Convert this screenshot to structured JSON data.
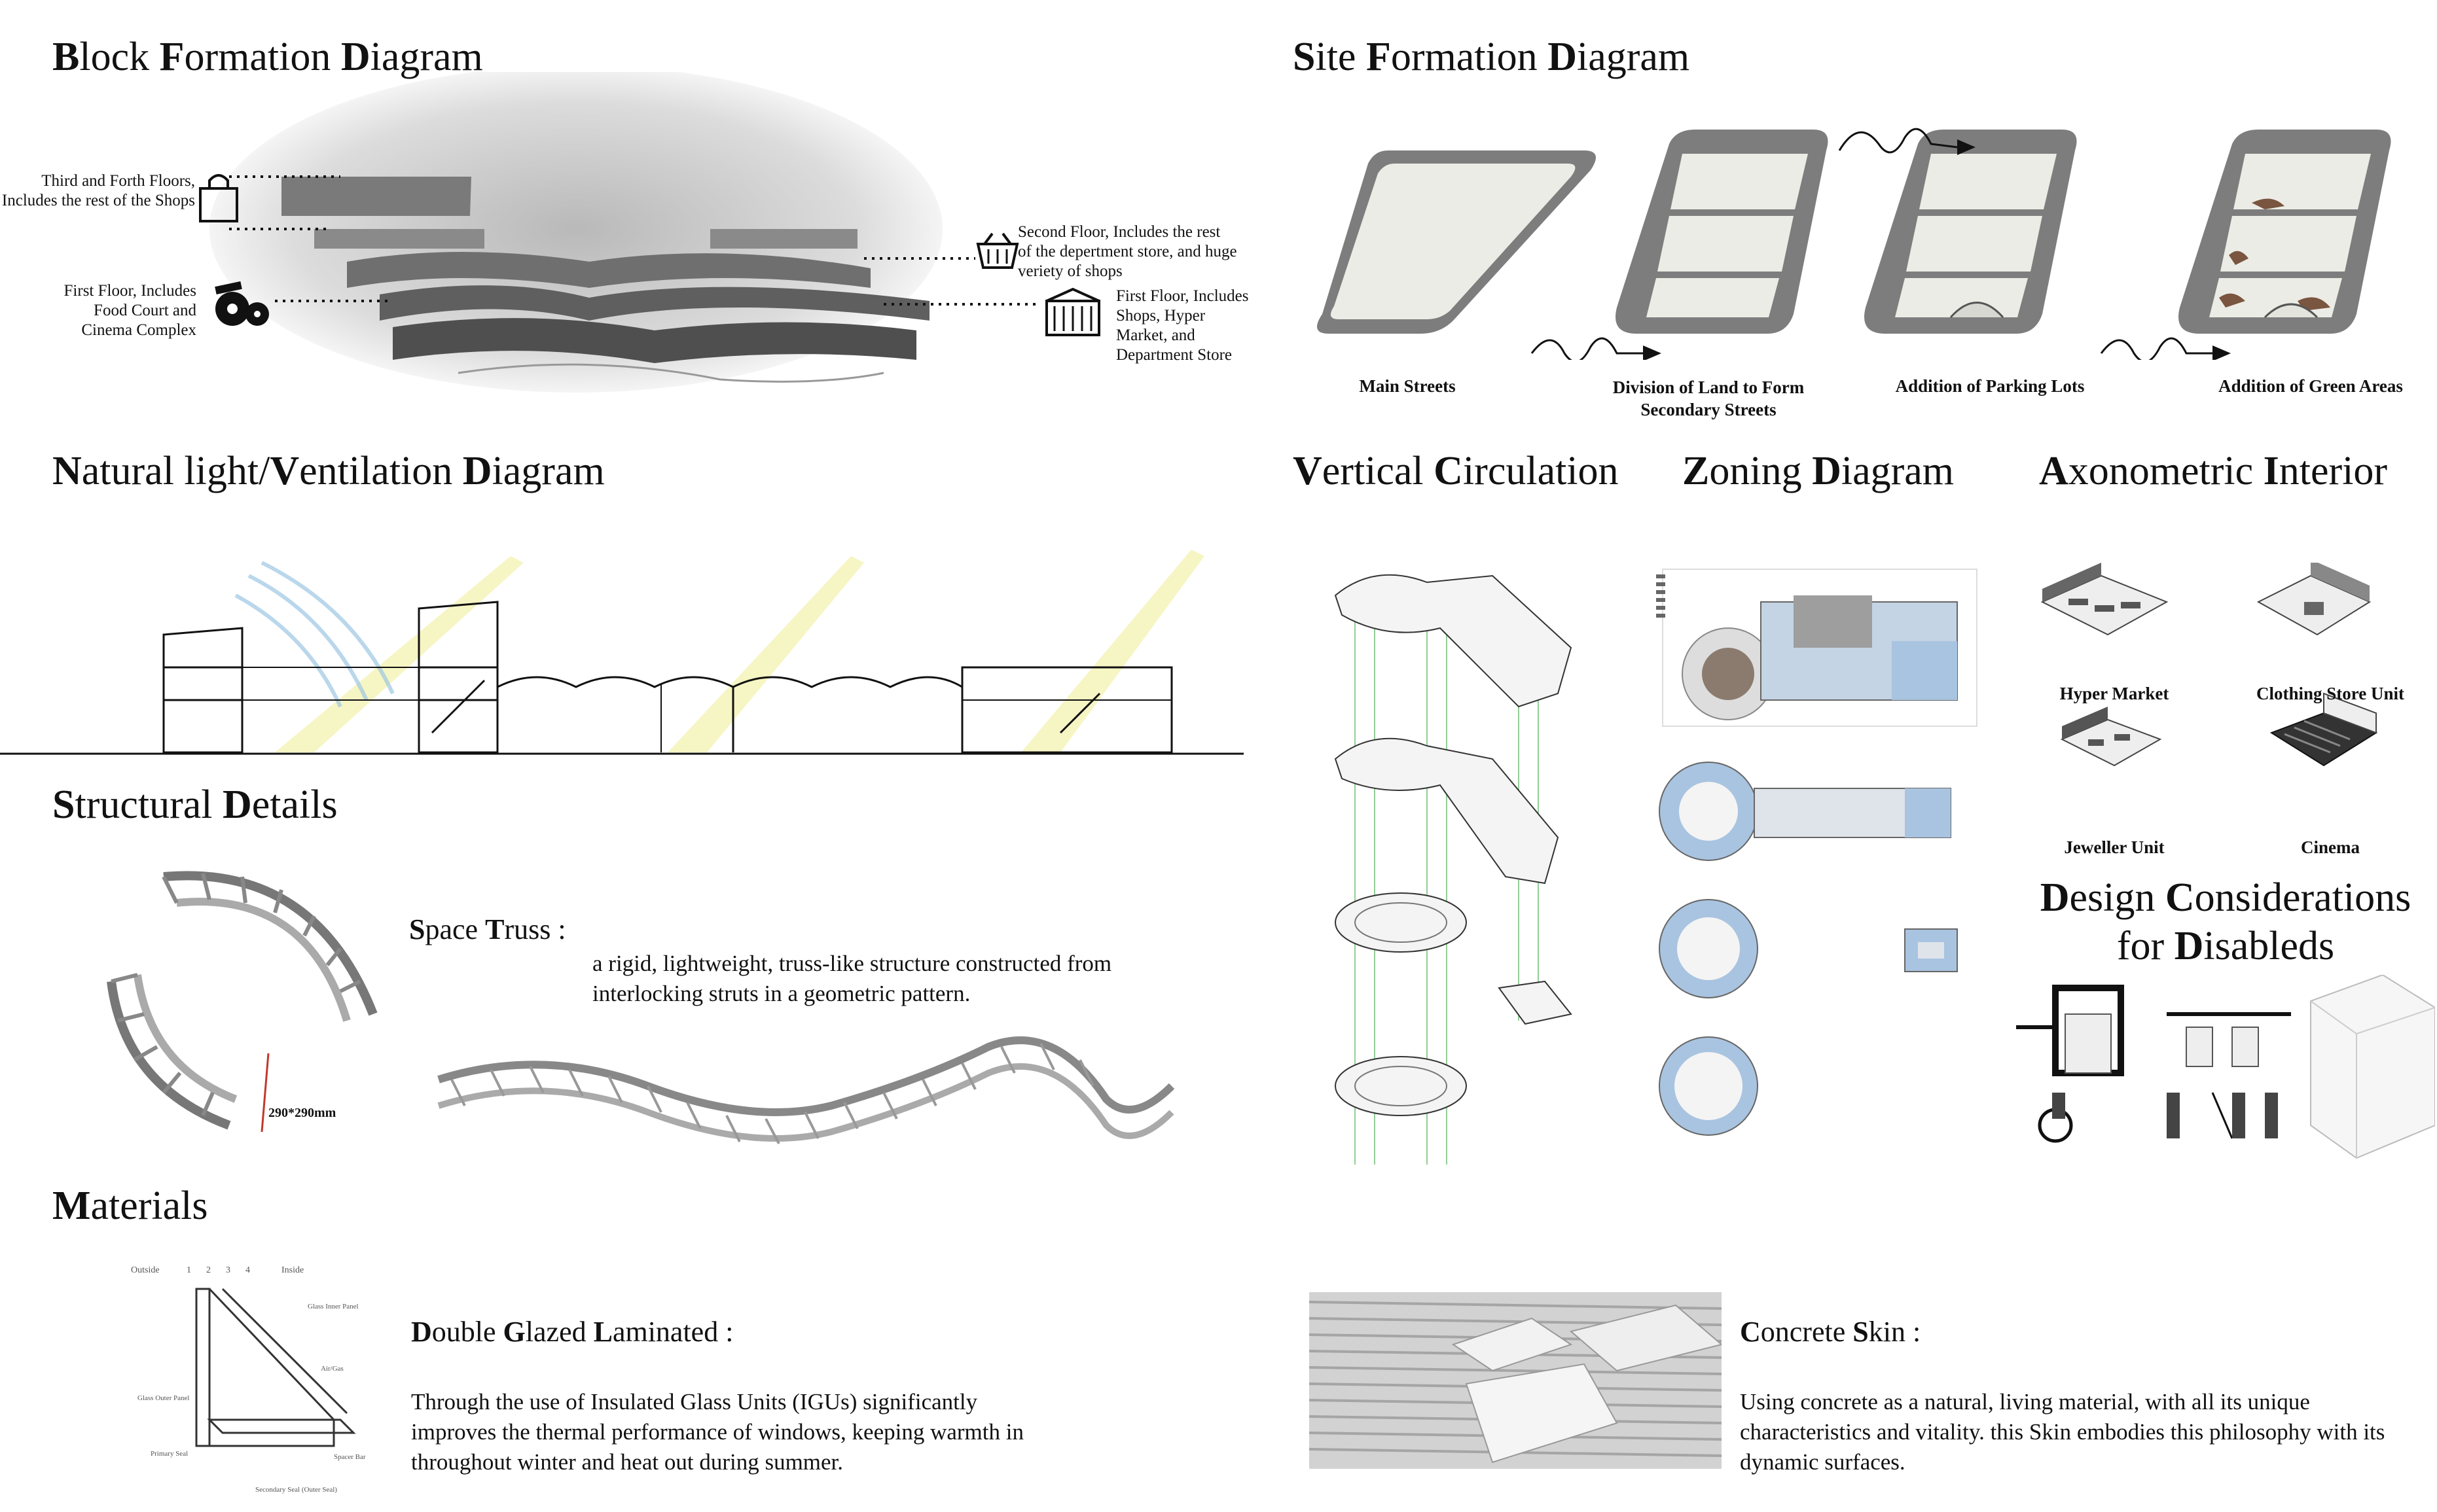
{
  "sections": {
    "block_formation": {
      "title": "Block Formation Diagram"
    },
    "site_formation": {
      "title": "Site Formation Diagram"
    },
    "natural_light": {
      "title": "Natural light/Ventilation Diagram"
    },
    "structural": {
      "title": "Structural Details"
    },
    "materials": {
      "title": "Materials"
    },
    "vertical_circulation": {
      "title": "Vertical Circulation"
    },
    "zoning": {
      "title": "Zoning Diagram"
    },
    "axonometric": {
      "title": "Axonometric Interior"
    },
    "disabled": {
      "title_line1": "Design Considerations",
      "title_line2": "for Disableds"
    }
  },
  "block_labels": {
    "third_fourth": "Third and Forth Floors, Includes the rest of the Shops",
    "first_left": "First Floor, Includes Food Court and Cinema Complex",
    "second": "Second Floor, Includes the rest of the depertment store, and huge veriety of shops",
    "first_right": "First Floor, Includes Shops, Hyper Market, and Department Store"
  },
  "site_steps": [
    "Main Streets",
    "Division of Land to Form Secondary Streets",
    "Addition of Parking Lots",
    "Addition of Green Areas"
  ],
  "axon_items": [
    "Hyper Market",
    "Clothing Store Unit",
    "Jeweller Unit",
    "Cinema"
  ],
  "truss": {
    "title": "Space Truss :",
    "desc": "a rigid, lightweight, truss-like structure constructed from interlocking struts in a geometric pattern.",
    "dimension": "290*290mm"
  },
  "glazing": {
    "title": "Double Glazed Laminated :",
    "desc": "Through the use of Insulated Glass Units (IGUs) significantly improves the thermal performance of windows, keeping warmth in throughout winter and heat out during summer.",
    "top_labels": [
      "Outside",
      "1",
      "2",
      "3",
      "4",
      "Inside"
    ],
    "part_labels": [
      "Glass Inner Panel",
      "Air/Gas",
      "Glass Outer Panel",
      "Primary Seal",
      "Spacer Bar",
      "Secondary Seal (Outer Seal)"
    ]
  },
  "concrete": {
    "title": "Concrete Skin :",
    "desc": "Using concrete as a natural, living material, with all its unique characteristics and vitality. this Skin embodies this philosophy with its dynamic surfaces."
  },
  "colors": {
    "street": "#7d7d7d",
    "land": "#ecece6",
    "green": "#7a5540",
    "blue_zone": "#a9c4e0",
    "sun": "#f4f3b5",
    "air": "#9cc6e2"
  }
}
